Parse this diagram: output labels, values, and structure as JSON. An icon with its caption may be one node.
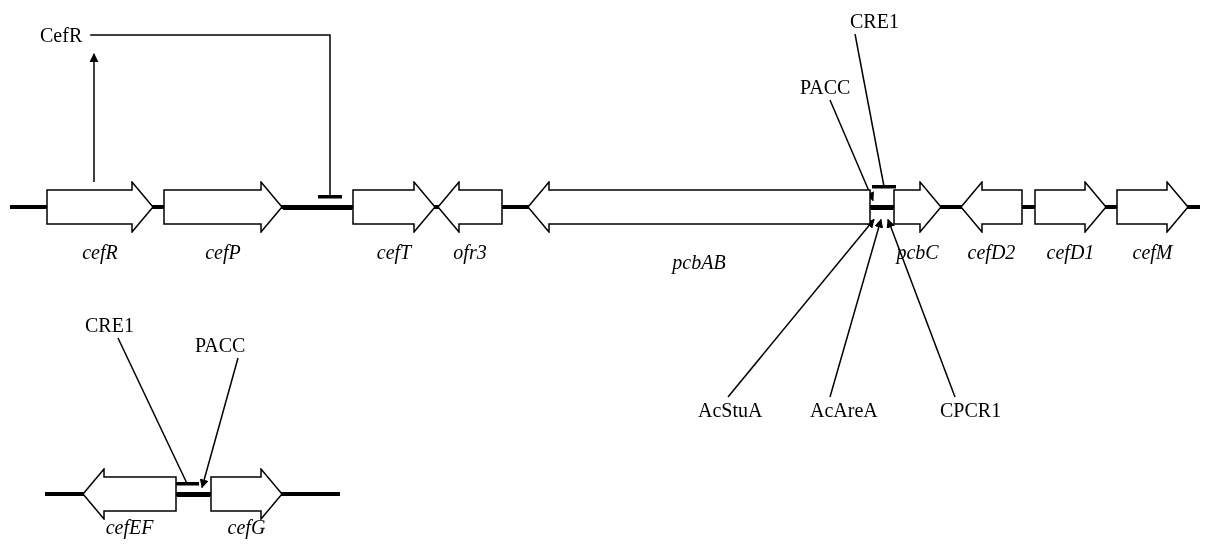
{
  "diagram": {
    "nodes": [
      {
        "text": [
          "CefR"
        ]
      },
      {
        "text": [
          "CRE1"
        ]
      },
      {
        "text": [
          "PACC"
        ]
      },
      {
        "text": [
          "cefR"
        ]
      },
      {
        "text": [
          "cefP"
        ]
      },
      {
        "text": [
          "cefT"
        ]
      },
      {
        "text": [
          "ofr3"
        ]
      },
      {
        "text": [
          "pcbAB"
        ]
      },
      {
        "text": [
          "pcbC"
        ]
      },
      {
        "text": [
          "cefD2"
        ]
      },
      {
        "text": [
          "cefD1"
        ]
      },
      {
        "text": [
          "cefM"
        ]
      },
      {
        "text": [
          "AcStuA"
        ]
      },
      {
        "text": [
          "AcAreA"
        ]
      },
      {
        "text": [
          "CPCR1"
        ]
      },
      {
        "text": [
          "CRE1"
        ]
      },
      {
        "text": [
          "PACC"
        ]
      },
      {
        "text": [
          "cefEF"
        ]
      },
      {
        "text": [
          "cefG"
        ]
      },
      {
        "text": [],
        "shape": "bar"
      },
      {
        "text": [],
        "shape": "bar"
      },
      {
        "text": [],
        "shape": "bar"
      }
    ],
    "edges": [
      {
        "from": 3,
        "to": 0,
        "arrow": "to"
      },
      {
        "from": 0,
        "to": 19,
        "arrow": "other"
      },
      {
        "from": 2,
        "to": 20,
        "arrow": "to"
      },
      {
        "from": 1,
        "to": 20,
        "arrow": "other"
      },
      {
        "from": 12,
        "to": 20,
        "arrow": "to"
      },
      {
        "from": 13,
        "to": 20,
        "arrow": "to"
      },
      {
        "from": 14,
        "to": 20,
        "arrow": "to"
      },
      {
        "from": 15,
        "to": 21,
        "arrow": "other"
      },
      {
        "from": 16,
        "to": 21,
        "arrow": "to"
      }
    ]
  }
}
